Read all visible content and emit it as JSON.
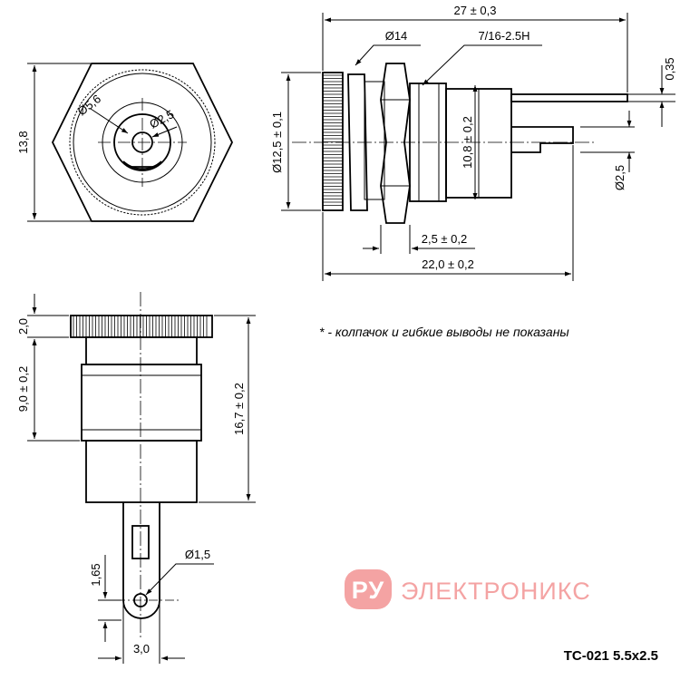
{
  "labels": {
    "top_overall": "27 ± 0,3",
    "dia14": "Ø14",
    "thread": "7/16-2.5H",
    "pin_thick": "0,35",
    "dia12_5": "Ø12,5 ± 0,1",
    "dia10_8": "10,8 ± 0,2",
    "dia2_5_side": "Ø2,5",
    "nut_width": "2,5 ± 0,2",
    "body_len": "22,0 ± 0,2",
    "height13_8": "13,8",
    "dia5_6": "Ø5,6",
    "dia2_5_front": "Ø2,5",
    "knurl_h": "2,0",
    "body_h": "9,0 ± 0,2",
    "total_h": "16,7 ± 0,2",
    "hole_dia": "Ø1,5",
    "hole_pos": "1,65",
    "tab_w": "3,0"
  },
  "note": "* - колпачок и гибкие выводы не показаны",
  "model": "TC-021 5.5x2.5",
  "brand": {
    "badge": "РУ",
    "name": "ЭЛЕКТРОНИКС",
    "color": "#f4a3a3"
  }
}
